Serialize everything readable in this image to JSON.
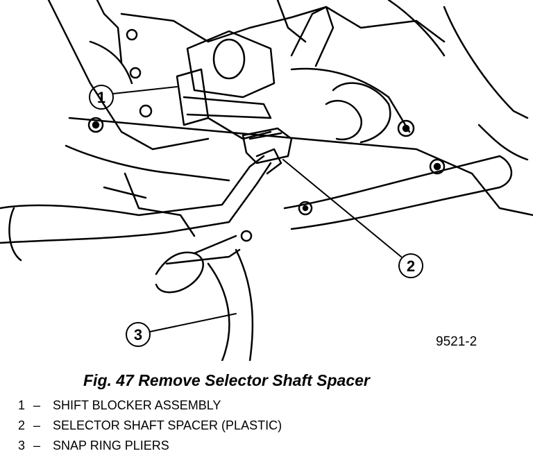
{
  "figure": {
    "callouts": [
      {
        "number": "1"
      },
      {
        "number": "2"
      },
      {
        "number": "3"
      }
    ],
    "figure_number": "9521-2"
  },
  "caption": "Fig. 47 Remove Selector Shaft Spacer",
  "legend": [
    {
      "number": "1",
      "separator": "–",
      "text": "SHIFT BLOCKER ASSEMBLY"
    },
    {
      "number": "2",
      "separator": "–",
      "text": "SELECTOR SHAFT SPACER (PLASTIC)"
    },
    {
      "number": "3",
      "separator": "–",
      "text": "SNAP RING PLIERS"
    }
  ]
}
